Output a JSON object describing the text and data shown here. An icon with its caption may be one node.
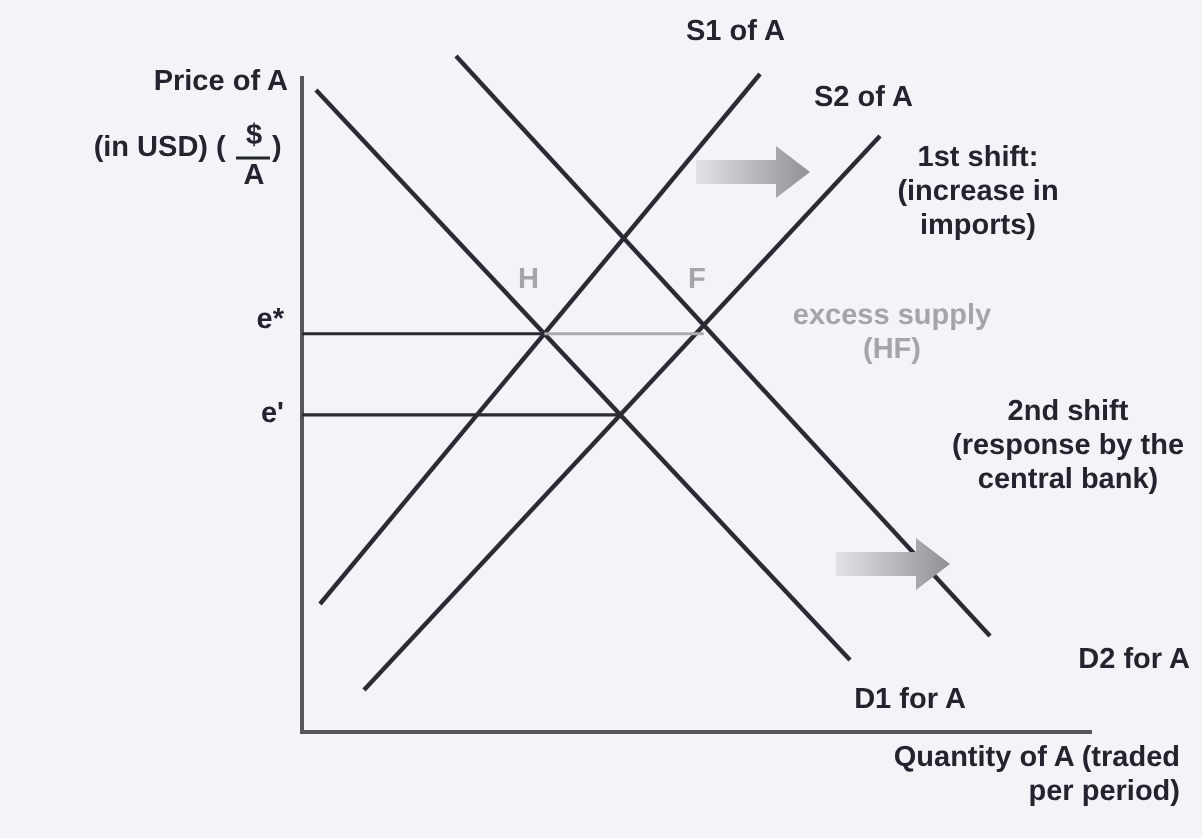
{
  "diagram": {
    "labels": [
      "Price of A",
      "(in USD)",
      "(",
      "$",
      "A",
      ")",
      "S1 of A",
      "S2 of A",
      "1st shift: (increase in imports)",
      "H",
      "F",
      "e*",
      "excess supply (HF)",
      "e'",
      "2nd shift (response by the central bank)",
      "D2 for A",
      "D1 for A",
      "Quantity of A (traded per period)"
    ]
  }
}
